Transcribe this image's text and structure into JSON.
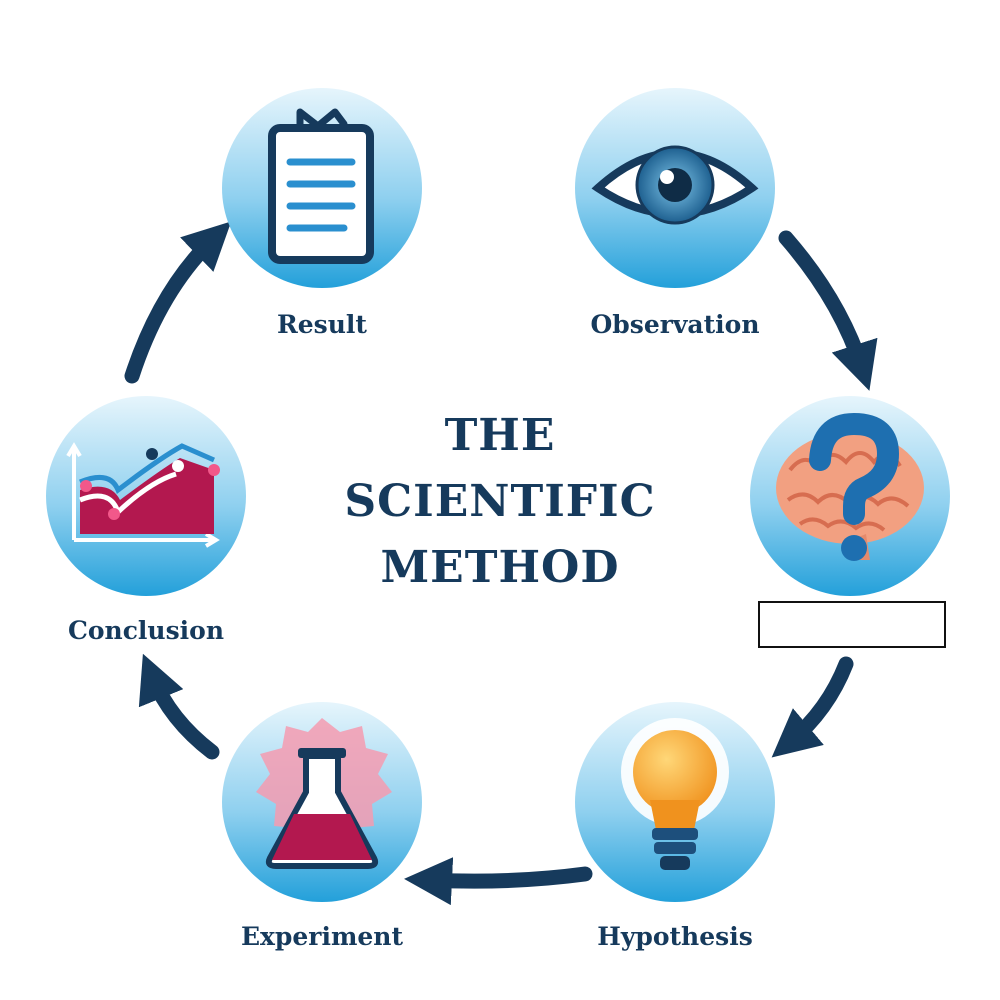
{
  "diagram": {
    "title_lines": [
      "THE",
      "SCIENTIFIC",
      "METHOD"
    ],
    "steps": [
      {
        "label": "Result",
        "icon": "clipboard-icon"
      },
      {
        "label": "Observation",
        "icon": "eye-icon"
      },
      {
        "label": "",
        "icon": "brain-question-icon"
      },
      {
        "label": "Hypothesis",
        "icon": "lightbulb-icon"
      },
      {
        "label": "Experiment",
        "icon": "flask-icon"
      },
      {
        "label": "Conclusion",
        "icon": "chart-icon"
      }
    ],
    "colors": {
      "text": "#163a5c",
      "arrow": "#163a5c",
      "circle_top": "#d7eef9",
      "circle_bottom": "#2aa3db"
    }
  }
}
